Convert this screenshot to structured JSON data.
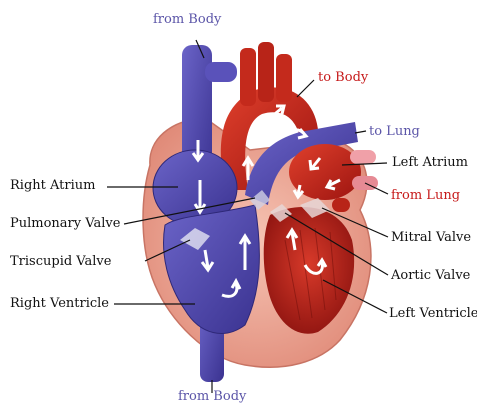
{
  "colors": {
    "label_black": "#111111",
    "label_blue": "#5b55a8",
    "label_red": "#c61a1a",
    "vein_blue": "#4f48b0",
    "artery_red": "#c8281c",
    "muscle_pink": "#e8a090"
  },
  "labels": {
    "from_body_top": "from Body",
    "to_body": "to Body",
    "to_lung": "to Lung",
    "left_atrium": "Left Atrium",
    "from_lung": "from Lung",
    "right_atrium": "Right Atrium",
    "pulmonary_valve": "Pulmonary Valve",
    "mitral_valve": "Mitral Valve",
    "triscupid_valve": "Triscupid Valve",
    "aortic_valve": "Aortic Valve",
    "right_ventricle": "Right Ventricle",
    "left_ventricle": "Left Ventricle",
    "from_body_bottom": "from Body"
  }
}
